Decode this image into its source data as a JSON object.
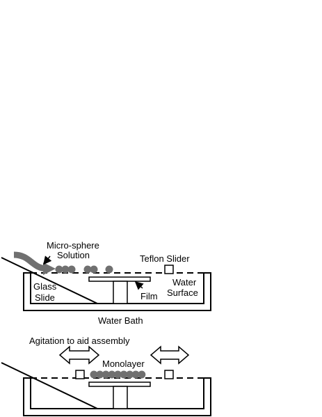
{
  "top_panel": {
    "label_microsphere_line1": "Micro-sphere",
    "label_microsphere_line2": "Solution",
    "label_teflon": "Teflon Slider",
    "label_water_line1": "Water",
    "label_water_line2": "Surface",
    "label_glass_line1": "Glass",
    "label_glass_line2": "Slide",
    "label_film": "Film",
    "label_bath": "Water Bath"
  },
  "bottom_panel": {
    "label_agitation": "Agitation to aid assembly",
    "label_monolayer": "Monolayer"
  },
  "colors": {
    "sphere": "#707070",
    "outline": "#000000"
  }
}
